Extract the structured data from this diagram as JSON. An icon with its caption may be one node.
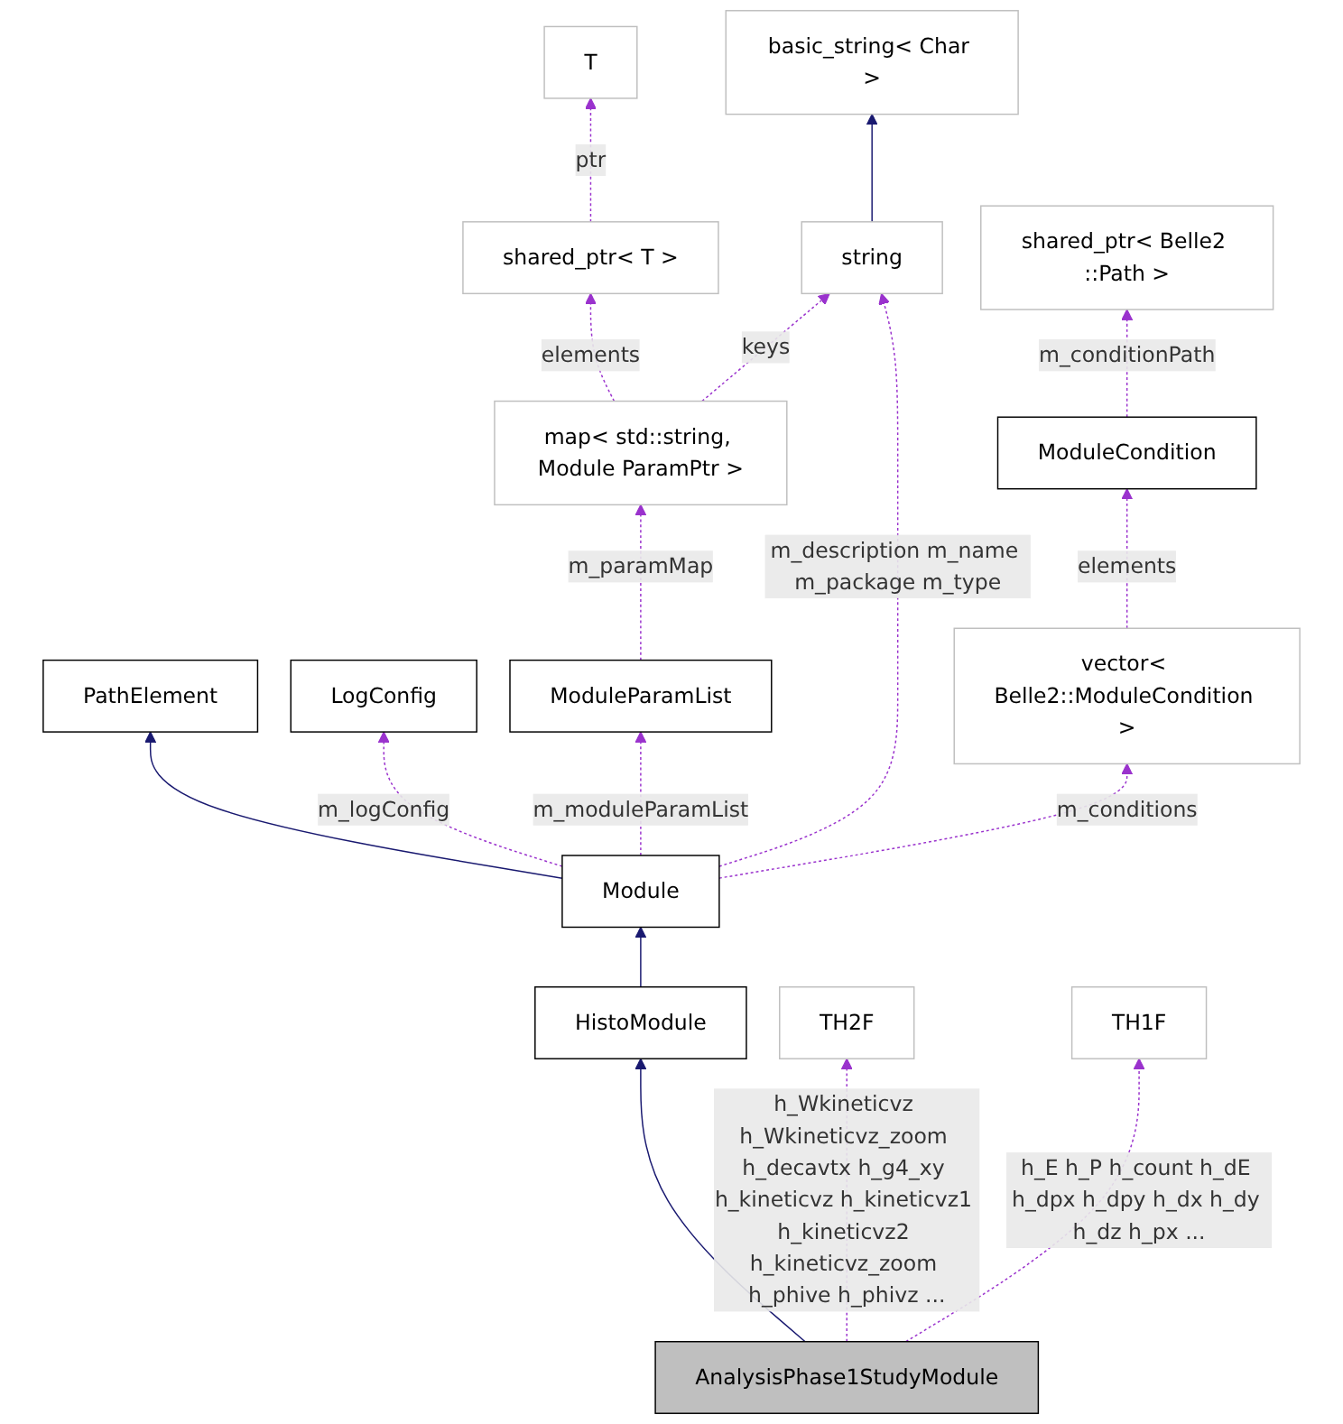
{
  "diagram": {
    "nodes": [
      {
        "text": [
          "T"
        ]
      },
      {
        "text": [
          "basic_string< Char >"
        ]
      },
      {
        "text": [
          "shared_ptr< T >"
        ]
      },
      {
        "text": [
          "string"
        ]
      },
      {
        "text": [
          "shared_ptr< Belle2 ::Path >"
        ]
      },
      {
        "text": [
          "map< std::string, Module ParamPtr >"
        ]
      },
      {
        "text": [
          "ModuleCondition"
        ]
      },
      {
        "text": [
          "PathElement"
        ]
      },
      {
        "text": [
          "LogConfig"
        ]
      },
      {
        "text": [
          "ModuleParamList"
        ]
      },
      {
        "text": [
          "vector< Belle2::ModuleCondition >"
        ]
      },
      {
        "text": [
          "Module"
        ]
      },
      {
        "text": [
          "HistoModule"
        ]
      },
      {
        "text": [
          "TH2F"
        ]
      },
      {
        "text": [
          "TH1F"
        ]
      },
      {
        "text": [
          "AnalysisPhase1StudyModule"
        ]
      }
    ],
    "edges": [
      {
        "from": 2,
        "to": 0,
        "arrow": "to",
        "label": "ptr",
        "style": "dashed"
      },
      {
        "from": 3,
        "to": 1,
        "arrow": "to",
        "color": "#191970"
      },
      {
        "from": 5,
        "to": 2,
        "arrow": "to",
        "label": "elements",
        "style": "dashed"
      },
      {
        "from": 5,
        "to": 3,
        "arrow": "to",
        "label": "keys",
        "style": "dashed"
      },
      {
        "from": 6,
        "to": 4,
        "arrow": "to",
        "label": "m_conditionPath",
        "style": "dashed"
      },
      {
        "from": 9,
        "to": 5,
        "arrow": "to",
        "label": "m_paramMap",
        "style": "dashed"
      },
      {
        "from": 10,
        "to": 6,
        "arrow": "to",
        "label": "elements",
        "style": "dashed"
      },
      {
        "from": 11,
        "to": 7,
        "arrow": "to",
        "color": "#191970"
      },
      {
        "from": 11,
        "to": 8,
        "arrow": "to",
        "label": "m_logConfig",
        "style": "dashed"
      },
      {
        "from": 11,
        "to": 9,
        "arrow": "to",
        "label": "m_moduleParamList",
        "style": "dashed"
      },
      {
        "from": 11,
        "to": 3,
        "arrow": "to",
        "label": "m_description m_name m_package m_type",
        "style": "dashed"
      },
      {
        "from": 11,
        "to": 10,
        "arrow": "to",
        "label": "m_conditions",
        "style": "dashed"
      },
      {
        "from": 12,
        "to": 11,
        "arrow": "to",
        "color": "#191970"
      },
      {
        "from": 15,
        "to": 12,
        "arrow": "to",
        "color": "#191970"
      },
      {
        "from": 15,
        "to": 13,
        "arrow": "to",
        "label": "h_Wkineticvz h_Wkineticvz_zoom h_decavtx h_g4_xy h_kineticvz h_kineticvz1 h_kineticvz2 h_kineticvz_zoom h_phive h_phivz ...",
        "style": "dashed"
      },
      {
        "from": 15,
        "to": 14,
        "arrow": "to",
        "label": "h_E h_P h_count h_dE h_dpx h_dpy h_dx h_dy h_dz h_px ...",
        "style": "dashed"
      }
    ]
  }
}
